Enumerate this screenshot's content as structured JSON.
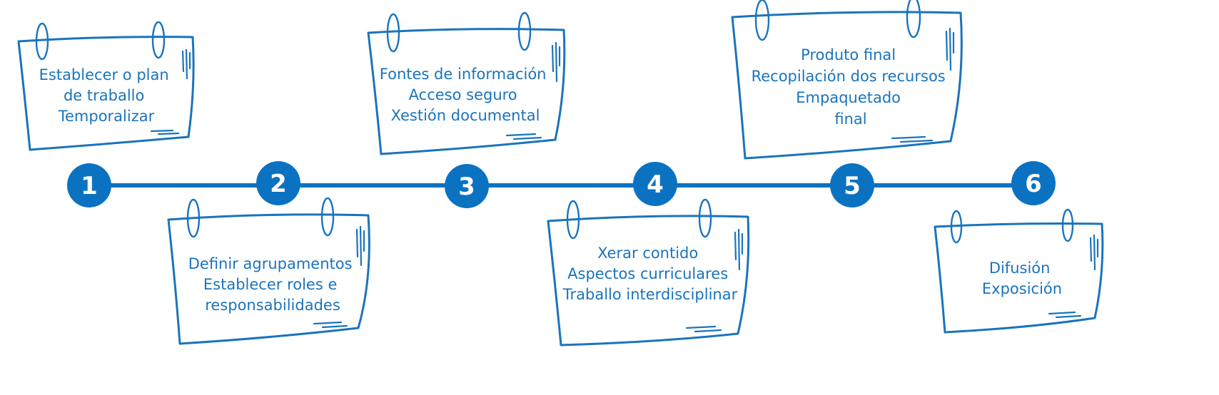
{
  "colors": {
    "accent": "#1a74bd",
    "circle": "#0b72c2",
    "background": "#ffffff"
  },
  "timeline": {
    "steps": [
      {
        "number": "1",
        "lines": [
          "Establecer o plan",
          "de traballo",
          "Temporalizar"
        ]
      },
      {
        "number": "2",
        "lines": [
          "Definir agrupamentos",
          "Establecer roles e",
          "responsabilidades"
        ]
      },
      {
        "number": "3",
        "lines": [
          "Fontes de información",
          "Acceso seguro",
          "Xestión documental"
        ]
      },
      {
        "number": "4",
        "lines": [
          "Xerar contido",
          "Aspectos curriculares",
          "Traballo interdisciplinar"
        ]
      },
      {
        "number": "5",
        "lines": [
          "Produto final",
          "Recopilación dos recursos",
          "Empaquetado",
          "final"
        ]
      },
      {
        "number": "6",
        "lines": [
          "Difusión",
          "Exposición"
        ]
      }
    ]
  }
}
